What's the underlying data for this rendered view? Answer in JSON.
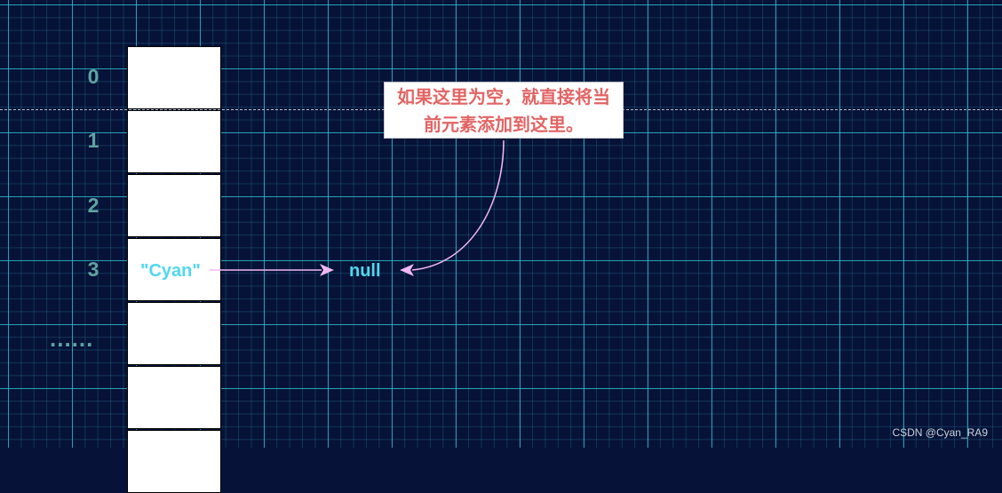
{
  "diagram": {
    "indices": [
      "0",
      "1",
      "2",
      "3"
    ],
    "ellipsis": "......",
    "stored_value": "\"Cyan\"",
    "next_value": "null",
    "note_line1": "如果这里为空，就直接将当",
    "note_line2": "前元素添加到这里。",
    "watermark": "CSDN @Cyan_RA9",
    "colors": {
      "background": "#061237",
      "grid": "#2ec4d2",
      "index_text": "#5fa3a0",
      "value_text": "#4fd8ee",
      "note_text": "#e26464",
      "arrow": "#f0b8f2"
    }
  }
}
